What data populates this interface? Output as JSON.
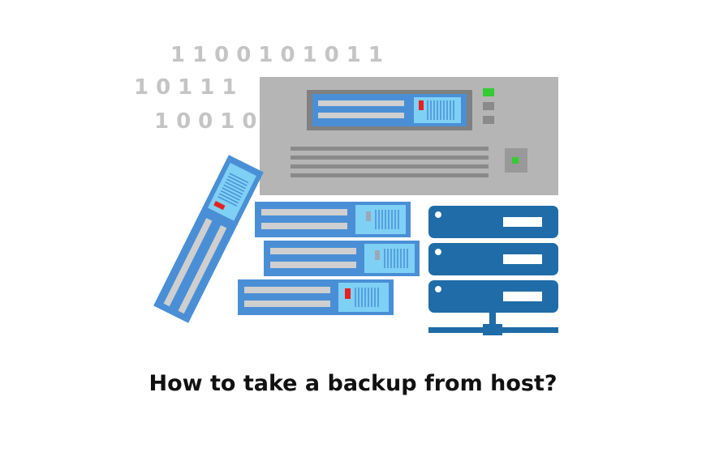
{
  "binary": {
    "line1": "1100101011",
    "line2": "10111",
    "line3": "10010"
  },
  "caption": "How to take a backup from host?",
  "colors": {
    "server_body": "#b3b3b3",
    "server_panel": "#7f7f7f",
    "drive_blue": "#4a8fd6",
    "drive_bay": "#cfcfcf",
    "drive_window": "#7fd0f5",
    "drive_red": "#e82020",
    "rack_blue": "#1f6ca8",
    "led_green": "#33cc33",
    "binary_gray": "#c4c4c4"
  },
  "icons": [
    "binary-digits",
    "server-rack-icon",
    "hard-drive-icon",
    "network-server-stack-icon"
  ]
}
